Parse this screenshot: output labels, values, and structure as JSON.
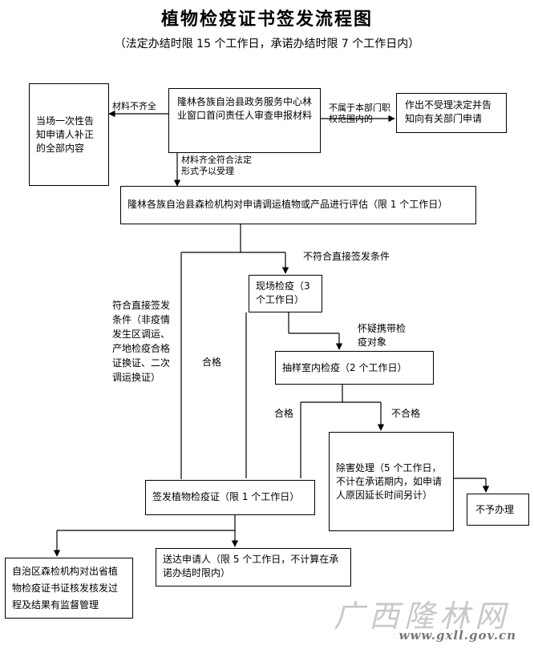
{
  "header": {
    "title": "植物检疫证书签发流程图",
    "subtitle": "（法定办结时限 15 个工作日，承诺办结时限 7 个工作日内）"
  },
  "nodes": {
    "notify_correction": "当场一次性告知申请人补正的全部内容",
    "acceptance_window": "隆林各族自治县政务服务中心林业窗口首问责任人审查申报材料",
    "reject_notice": "作出不受理决定并告知向有关部门申请",
    "evaluation": "隆林各族自治县森检机构对申请调运植物或产品进行评估（限 1 个工作日）",
    "field_inspection": "现场检疫（3 个工作日）",
    "lab_inspection": "抽样室内检疫（2 个工作日）",
    "pest_treatment": "除害处理（5 个工作日，不计在承诺期内，如申请人原因延长时间另计）",
    "not_processed": "不予办理",
    "issue_certificate": "签发植物检疫证（限 1 个工作日）",
    "delivery": "送达申请人（限 5 个工作日，不计算在承诺办结时限内）",
    "regional_supervision": "自治区森检机构对出省植物检疫证书证核发核发过程及结果有监督管理"
  },
  "edge_labels": {
    "materials_incomplete": "材料不齐全",
    "not_in_scope": "不属于本部门职权范围内的",
    "materials_complete": "材料齐全符合法定形式予以受理",
    "not_direct_issue": "不符合直接签发条件",
    "direct_issue": "符合直接签发条件（非疫情发生区调运、产地检疫合格证换证、二次调运换证）",
    "suspect_pest": "怀疑携带检疫对象",
    "qualified_1": "合格",
    "qualified_2": "合格",
    "unqualified": "不合格"
  },
  "watermark": {
    "brand": "广西隆林网",
    "url": "www.gxll.gov.cn"
  }
}
